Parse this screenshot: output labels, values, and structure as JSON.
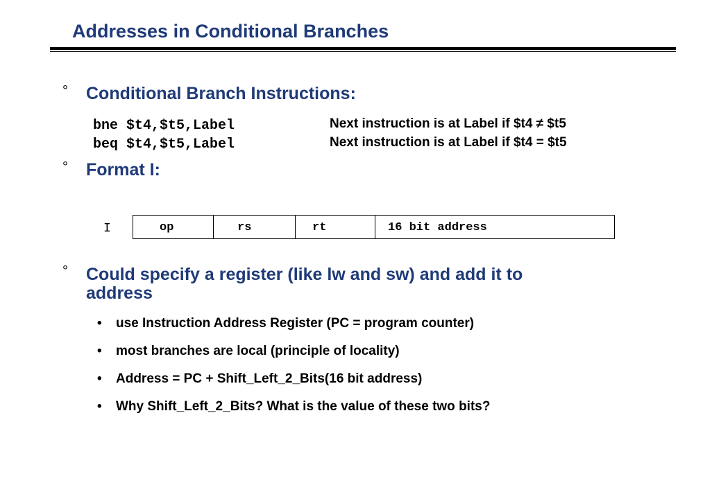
{
  "slide": {
    "title": "Addresses in Conditional Branches"
  },
  "bullet_marker": "°",
  "sub_marker": "•",
  "bullets": {
    "b1": "Conditional Branch Instructions:",
    "b2": "Format I:",
    "b3_line1": "Could specify a register (like lw and sw) and add it to",
    "b3_line2": "address"
  },
  "code": [
    {
      "instr": "bne $t4,$t5,Label",
      "desc": "Next instruction is at Label if $t4 ≠ $t5"
    },
    {
      "instr": "beq $t4,$t5,Label",
      "desc": "Next instruction is at Label if $t4 = $t5"
    }
  ],
  "format": {
    "label": "I",
    "fields": [
      "op",
      "rs",
      "rt",
      "16 bit address"
    ]
  },
  "sub_items": [
    "use Instruction Address Register (PC = program counter)",
    "most branches are local (principle of locality)",
    "Address = PC + Shift_Left_2_Bits(16 bit address)",
    "Why Shift_Left_2_Bits? What is the value of these two bits?"
  ],
  "colors": {
    "heading": "#1f3a78",
    "text": "#000000",
    "background": "#ffffff"
  }
}
